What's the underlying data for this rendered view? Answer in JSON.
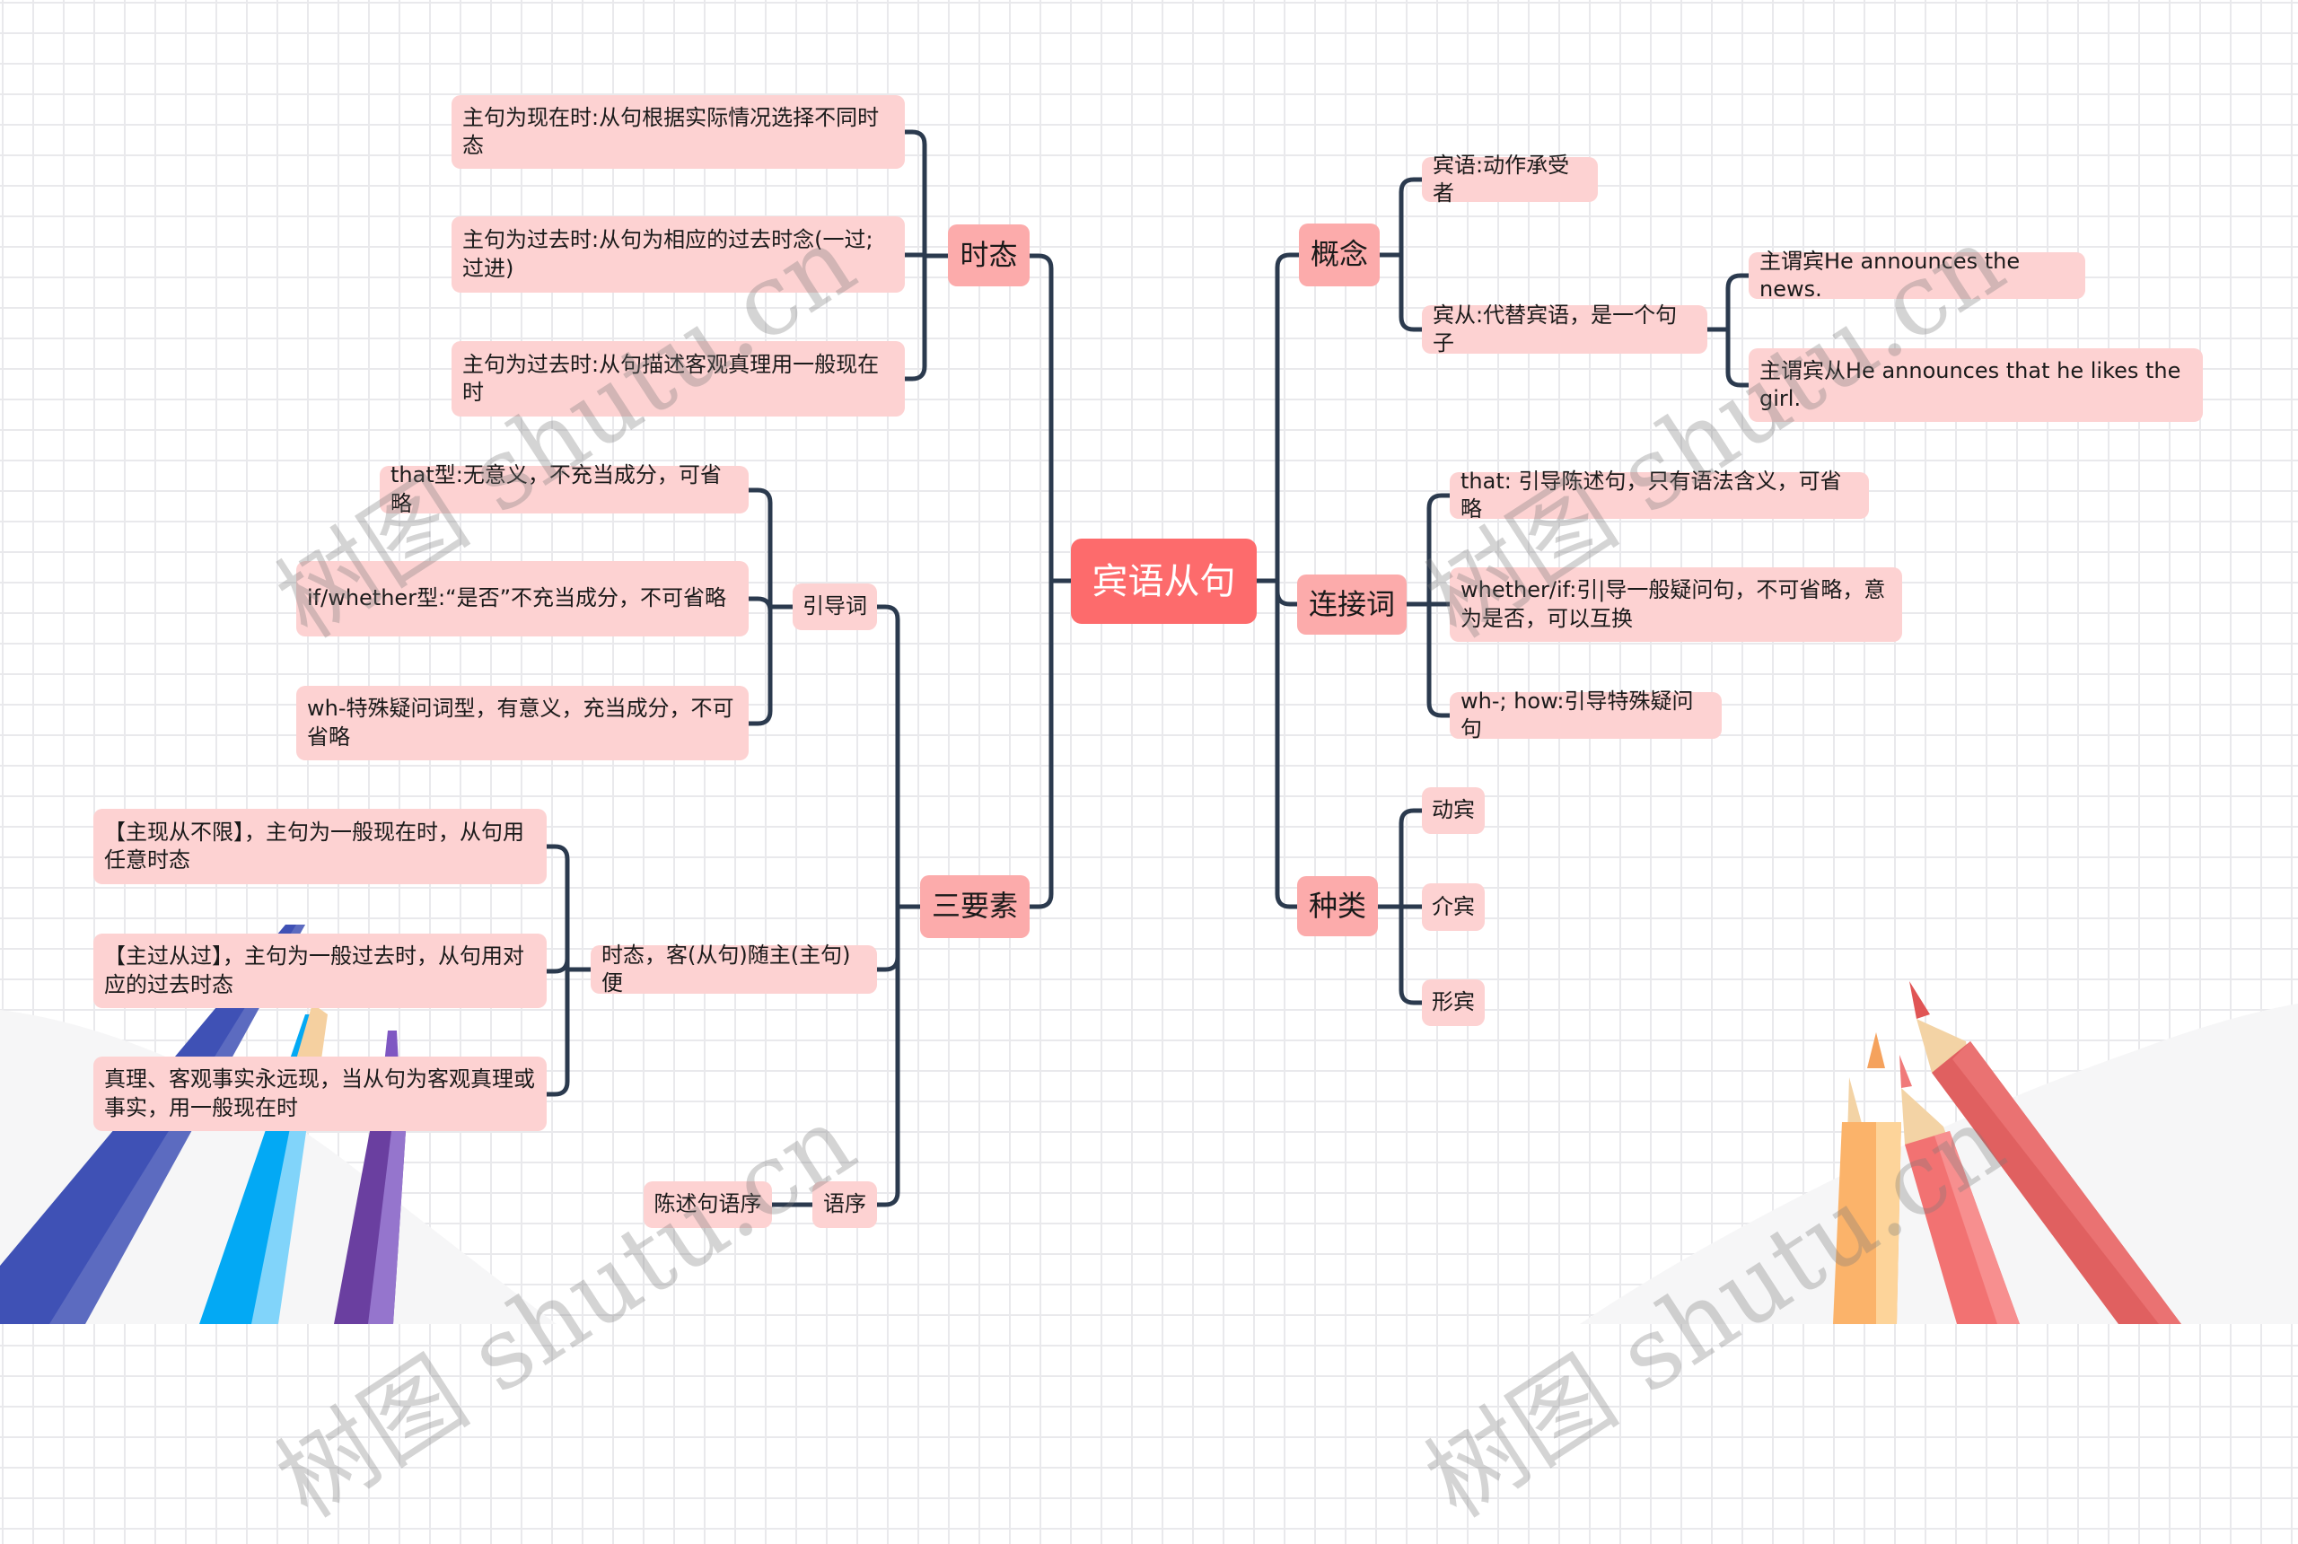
{
  "mindmap": {
    "root": "宾语从句",
    "left": {
      "tense": {
        "label": "时态",
        "children": [
          "主句为现在时:从句根据实际情况选择不同时态",
          "主句为过去时:从句为相应的过去时念(一过;过进)",
          "主句为过去时:从句描述客观真理用一般现在时"
        ]
      },
      "three_elements": {
        "label": "三要素",
        "introducers": {
          "label": "引导词",
          "children": [
            "that型:无意义，不充当成分，可省略",
            "if/whether型:“是否”不充当成分，不可省略",
            "wh-特殊疑问词型，有意义，充当成分，不可省略"
          ]
        },
        "tense_rule": {
          "label": "时态，客(从句)随主(主句)便",
          "children": [
            "【主现从不限】，主句为一般现在时，从句用任意时态",
            "【主过从过】，主句为一般过去时，从句用对应的过去时态",
            "真理、客观事实永远现，当从句为客观真理或事实，用一般现在时"
          ]
        },
        "word_order": {
          "label": "语序",
          "children": [
            "陈述句语序"
          ]
        }
      }
    },
    "right": {
      "concept": {
        "label": "概念",
        "object": "宾语:动作承受者",
        "object_clause": {
          "label": "宾从:代替宾语，是一个句子",
          "children": [
            "主谓宾He announces the news.",
            "主谓宾从He announces that he likes the girl."
          ]
        }
      },
      "connectors": {
        "label": "连接词",
        "children": [
          "that: 引导陈述句，只有语法含义，可省略",
          "whether/if:引|导一般疑问句，不可省略，意为是否，可以互换",
          "wh-; how:引导特殊疑问句"
        ]
      },
      "types": {
        "label": "种类",
        "children": [
          "动宾",
          "介宾",
          "形宾"
        ]
      }
    }
  },
  "watermark": "树图 shutu.cn",
  "colors": {
    "root_bg": "#fd6b6c",
    "branch_bg": "#fcabab",
    "leaf_bg": "#fdd2d2",
    "line": "#2b3a4e"
  }
}
